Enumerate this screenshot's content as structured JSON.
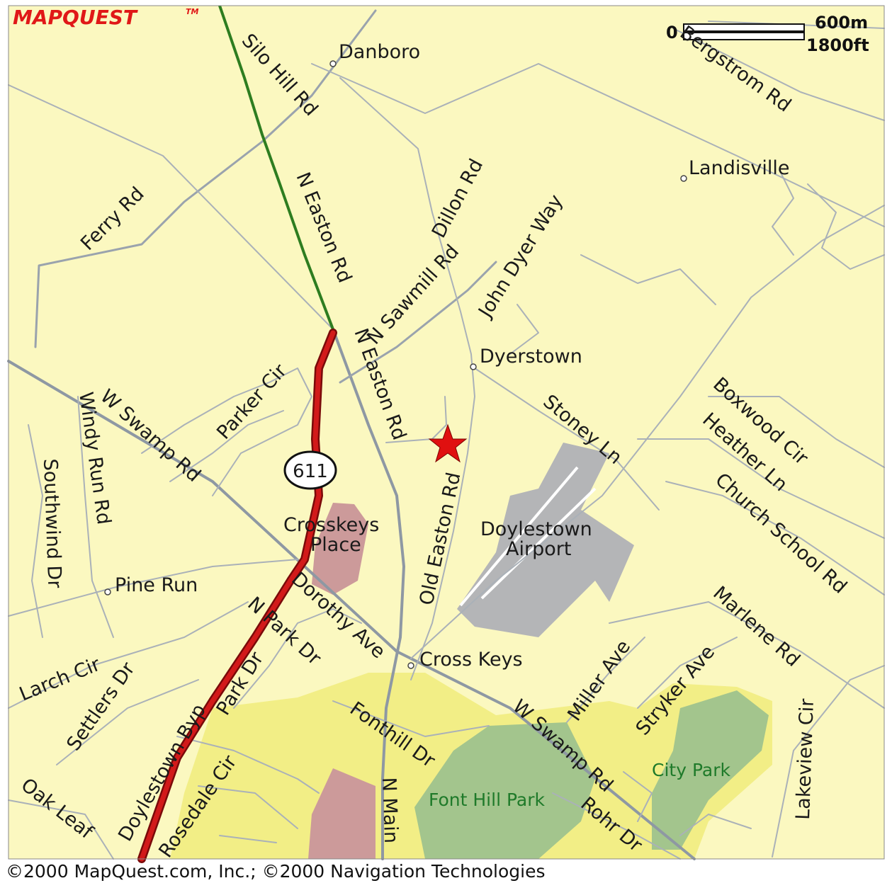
{
  "brand": {
    "logo_text": "MAPQUEST",
    "logo_mark": "TM",
    "logo_color": "#e01818"
  },
  "scale": {
    "zero": "0",
    "metric": "600m",
    "imperial": "1800ft"
  },
  "colors": {
    "map_background": "#fbf8c0",
    "urban_area": "#f2ee86",
    "park": "#a3c58d",
    "airport": "#b4b5b7",
    "commercial": "#cc9a9a",
    "highway": "#c01818",
    "route_green": "#2e7d20",
    "road": "#9aa3ad",
    "destination_star": "#e01010"
  },
  "shield": {
    "label": "611"
  },
  "marker": {
    "icon": "star-icon"
  },
  "places": {
    "danboro": "Danboro",
    "landisville": "Landisville",
    "dyerstown": "Dyerstown",
    "crosskeys_place_1": "Crosskeys",
    "crosskeys_place_2": "Place",
    "doylestown_airport_1": "Doylestown",
    "doylestown_airport_2": "Airport",
    "pine_run": "Pine Run",
    "cross_keys": "Cross Keys",
    "font_hill_park": "Font Hill Park",
    "city_park": "City Park"
  },
  "roads": {
    "silo_hill_rd": "Silo Hill Rd",
    "bergstrom_rd": "Bergstrom Rd",
    "ferry_rd": "Ferry Rd",
    "n_easton_rd_1": "N Easton Rd",
    "n_easton_rd_2": "N Easton Rd",
    "n_sawmill_rd": "N Sawmill Rd",
    "dillon_rd": "Dillon Rd",
    "john_dyer_way": "John Dyer Way",
    "stoney_ln": "Stoney Ln",
    "boxwood_cir": "Boxwood Cir",
    "heather_ln": "Heather Ln",
    "church_school_rd": "Church School Rd",
    "w_swamp_rd_1": "W Swamp Rd",
    "w_swamp_rd_2": "W Swamp Rd",
    "windy_run_rd": "Windy Run Rd",
    "southwind_dr": "Southwind Dr",
    "parker_cir": "Parker Cir",
    "old_easton_rd": "Old Easton Rd",
    "dorothy_ave": "Dorothy Ave",
    "n_park_dr": "N Park Dr",
    "park_dr": "Park Dr",
    "larch_cir": "Larch Cir",
    "settlers_dr": "Settlers Dr",
    "doylestown_byp": "Doylestown Byp",
    "rosedale_cir": "Rosedale Cir",
    "oak_leaf": "Oak Leaf",
    "fonthill_dr": "Fonthill Dr",
    "miller_ave": "Miller Ave",
    "stryker_ave": "Stryker Ave",
    "marlene_rd": "Marlene Rd",
    "lakeview_cir": "Lakeview Cir",
    "n_main": "N Main",
    "rohr_dr": "Rohr Dr"
  },
  "copyright": "©2000 MapQuest.com, Inc.; ©2000 Navigation Technologies"
}
